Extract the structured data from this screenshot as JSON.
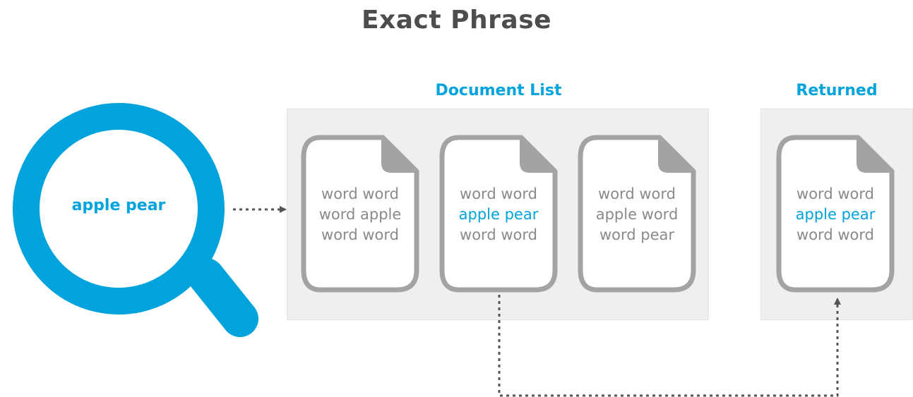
{
  "title": "Exact Phrase",
  "search": {
    "query": "apple pear",
    "icon": "magnifying-glass"
  },
  "document_list": {
    "label": "Document List",
    "documents": [
      {
        "lines": [
          {
            "text": "word word",
            "highlight": false
          },
          {
            "text": "word apple",
            "highlight": false
          },
          {
            "text": "word word",
            "highlight": false
          }
        ]
      },
      {
        "lines": [
          {
            "text": "word word",
            "highlight": false
          },
          {
            "text": "apple pear",
            "highlight": true
          },
          {
            "text": "word word",
            "highlight": false
          }
        ]
      },
      {
        "lines": [
          {
            "text": "word word",
            "highlight": false
          },
          {
            "text": "apple word",
            "highlight": false
          },
          {
            "text": "word pear",
            "highlight": false
          }
        ]
      }
    ]
  },
  "returned": {
    "label": "Returned",
    "documents": [
      {
        "lines": [
          {
            "text": "word word",
            "highlight": false
          },
          {
            "text": "apple pear",
            "highlight": true
          },
          {
            "text": "word word",
            "highlight": false
          }
        ]
      }
    ]
  },
  "colors": {
    "accent": "#00a3dc",
    "title": "#4d4d4d",
    "doc_text": "#8a8a8a",
    "doc_outline": "#a3a3a3",
    "arrow": "#555555",
    "panel": "#efefef"
  }
}
